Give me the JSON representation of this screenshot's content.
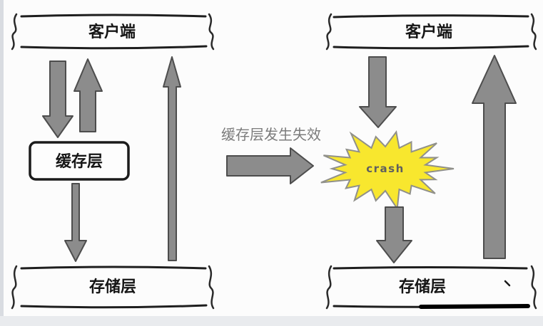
{
  "left_diagram": {
    "client_label": "客户端",
    "cache_label": "缓存层",
    "storage_label": "存储层"
  },
  "middle": {
    "caption": "缓存层发生失效"
  },
  "right_diagram": {
    "client_label": "客户端",
    "crash_label": "crash",
    "storage_label": "存储层"
  },
  "colors": {
    "arrow_fill": "#8c8c8c",
    "arrow_outline": "#4d4d4d",
    "box_stroke": "#1e1e1e",
    "burst_fill": "#f8e72e",
    "burst_stroke": "#90908a",
    "caption_gray": "#7b7b7b",
    "crash_text_gray": "#5f5f5f",
    "left_edge_strip": "#d9dce1",
    "bottom_edge_strip": "#e9ebee",
    "background": "#fcfcfc"
  }
}
